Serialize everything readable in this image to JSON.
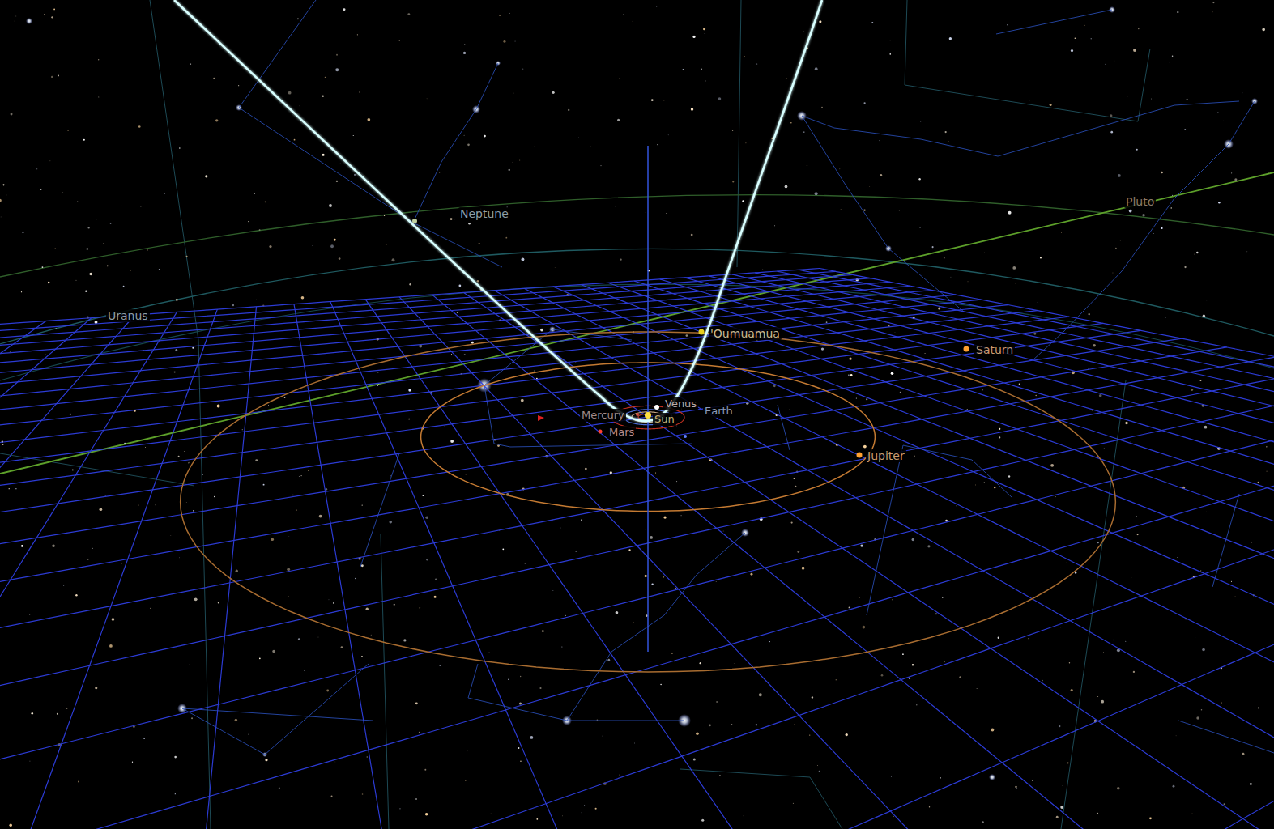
{
  "diagram": {
    "labels": [
      "Neptune",
      "Uranus",
      "'Oumuamua",
      "Saturn",
      "Pluto",
      "Jupiter",
      "Mercury",
      "Venus",
      "Earth",
      "Sun",
      "Mars"
    ]
  }
}
